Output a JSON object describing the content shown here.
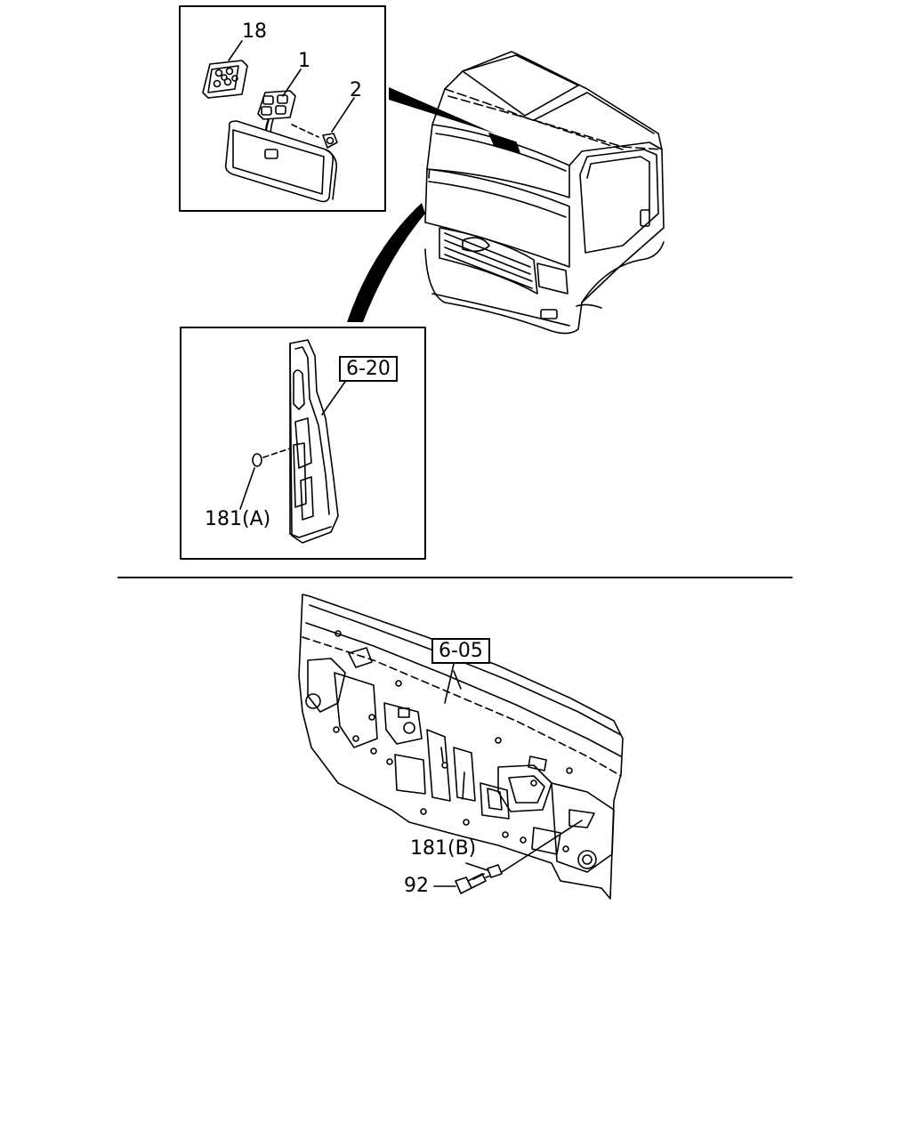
{
  "callouts": {
    "part_18": "18",
    "part_1": "1",
    "part_2": "2",
    "ref_6_20": "6-20",
    "part_181a": "181(A)",
    "ref_6_05": "6-05",
    "part_181b": "181(B)",
    "part_92": "92"
  },
  "colors": {
    "line": "#000000",
    "background": "#ffffff"
  }
}
